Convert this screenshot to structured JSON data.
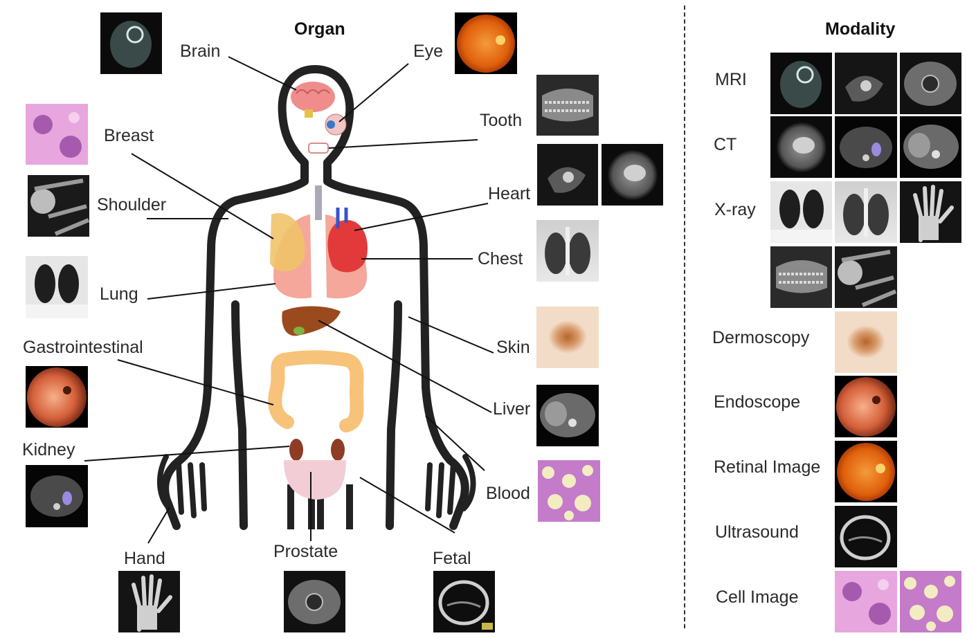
{
  "organ_panel": {
    "title": "Organ",
    "labels": {
      "brain": "Brain",
      "eye": "Eye",
      "tooth": "Tooth",
      "breast": "Breast",
      "heart": "Heart",
      "shoulder": "Shoulder",
      "chest": "Chest",
      "lung": "Lung",
      "gastrointestinal": "Gastrointestinal",
      "skin": "Skin",
      "liver": "Liver",
      "kidney": "Kidney",
      "blood": "Blood",
      "hand": "Hand",
      "prostate": "Prostate",
      "fetal": "Fetal"
    }
  },
  "modality_panel": {
    "title": "Modality",
    "rows": {
      "mri": "MRI",
      "ct": "CT",
      "xray": "X-ray",
      "dermoscopy": "Dermoscopy",
      "endoscope": "Endoscope",
      "retinal": "Retinal Image",
      "ultrasound": "Ultrasound",
      "cell": "Cell Image"
    }
  },
  "colors": {
    "body_outline": "#222222",
    "leader_line": "#111111",
    "divider": "#333333",
    "brain": "#f08c8c",
    "lung": "#f4a79a",
    "heart": "#e23a3a",
    "liver": "#9b4a1e",
    "intestine": "#f7c27a",
    "retina": "#e8680f",
    "histology": "#d86fc8"
  },
  "icons": {
    "thumbnails": "medical-image-thumbnail",
    "organs": "organ-illustration"
  }
}
